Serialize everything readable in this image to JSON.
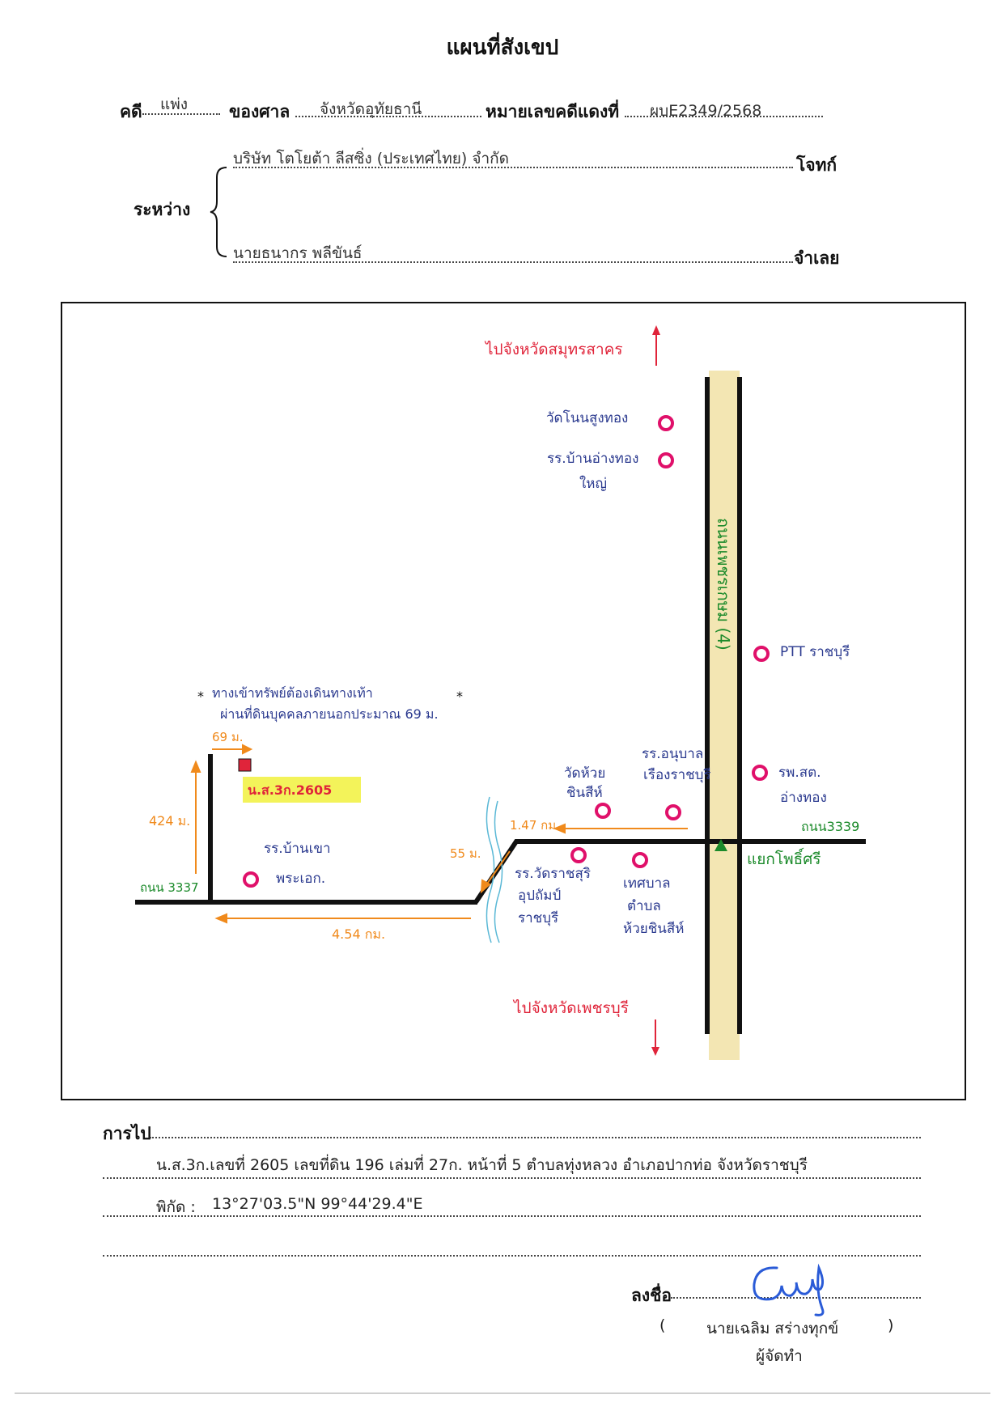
{
  "header": {
    "title": "แผนที่สังเขป",
    "case_label": "คดี",
    "case_type": "แพ่ง",
    "court_label": "ของศาล",
    "court_name": "จังหวัดอุทัยธานี",
    "red_case_label": "หมายเลขคดีแดงที่",
    "red_case_no": "ผบE2349/2568",
    "between_label": "ระหว่าง",
    "plaintiff": "บริษัท โตโยต้า ลีสซิ่ง (ประเทศไทย) จำกัด",
    "plaintiff_role": "โจทก์",
    "defendant": "นายธนากร พลีขันธ์",
    "defendant_role": "จำเลย"
  },
  "map": {
    "to_north": "ไปจังหวัดสมุทรสาคร",
    "to_south": "ไปจังหวัดเพชรบุรี",
    "highway_name": "ถนนเพชรเกษม (4)",
    "road_3339": "ถนน3339",
    "road_3337": "ถนน 3337",
    "junction": "แยกโพธิ์ศรี",
    "access_note_1": "ทางเข้าทรัพย์ต้องเดินทางเท้า",
    "access_note_2": "ผ่านที่ดินบุคคลภายนอกประมาณ 69 ม.",
    "dist_69m": "69 ม.",
    "dist_424m": "424 ม.",
    "dist_55m": "55 ม.",
    "dist_147km": "1.47 กม.",
    "dist_454km": "4.54 กม.",
    "parcel_label": "น.ส.3ก.2605",
    "landmarks": {
      "temple_north": "วัดโนนสูงทอง",
      "school_north_1": "รร.บ้านอ่างทอง",
      "school_north_2": "ใหญ่",
      "ptt": "PTT ราชบุรี",
      "hospital_1": "รพ.สต.",
      "hospital_2": "อ่างทอง",
      "kindergarten_1": "รร.อนุบาล",
      "kindergarten_2": "เรืองราชบุรี",
      "temple_mid_1": "วัดห้วย",
      "temple_mid_2": "ชินสีห์",
      "school_mid_1": "รร.วัดราชสุริ",
      "school_mid_2": "อุปถัมป์",
      "school_mid_3": "ราชบุรี",
      "municipal_1": "เทศบาล",
      "municipal_2": "ตำบล",
      "municipal_3": "ห้วยชินสีห์",
      "school_west_1": "รร.บ้านเขา",
      "school_west_2": "พระเอก."
    },
    "colors": {
      "road": "#111111",
      "highway_fill": "#f3e6b3",
      "orange": "#f08a1c",
      "red": "#e0243a",
      "green": "#1b8a2a",
      "blue": "#2b3a8f",
      "pink": "#e0106a",
      "water": "#5ab8d6",
      "highlight": "#f3f35a"
    }
  },
  "footer": {
    "route_label": "การไป",
    "line1": "น.ส.3ก.เลขที่ 2605 เลขที่ดิน 196 เล่มที่ 27ก. หน้าที่ 5 ตำบลทุ่งหลวง  อำเภอปากท่อ จังหวัดราชบุรี",
    "coord_label": "พิกัด :",
    "coord_value": "13°27'03.5\"N 99°44'29.4\"E",
    "sign_label": "ลงชื่อ",
    "open_paren": "(",
    "signer": "นายเฉลิม  สร่างทุกข์",
    "close_paren": ")",
    "signer_role": "ผู้จัดทำ"
  }
}
